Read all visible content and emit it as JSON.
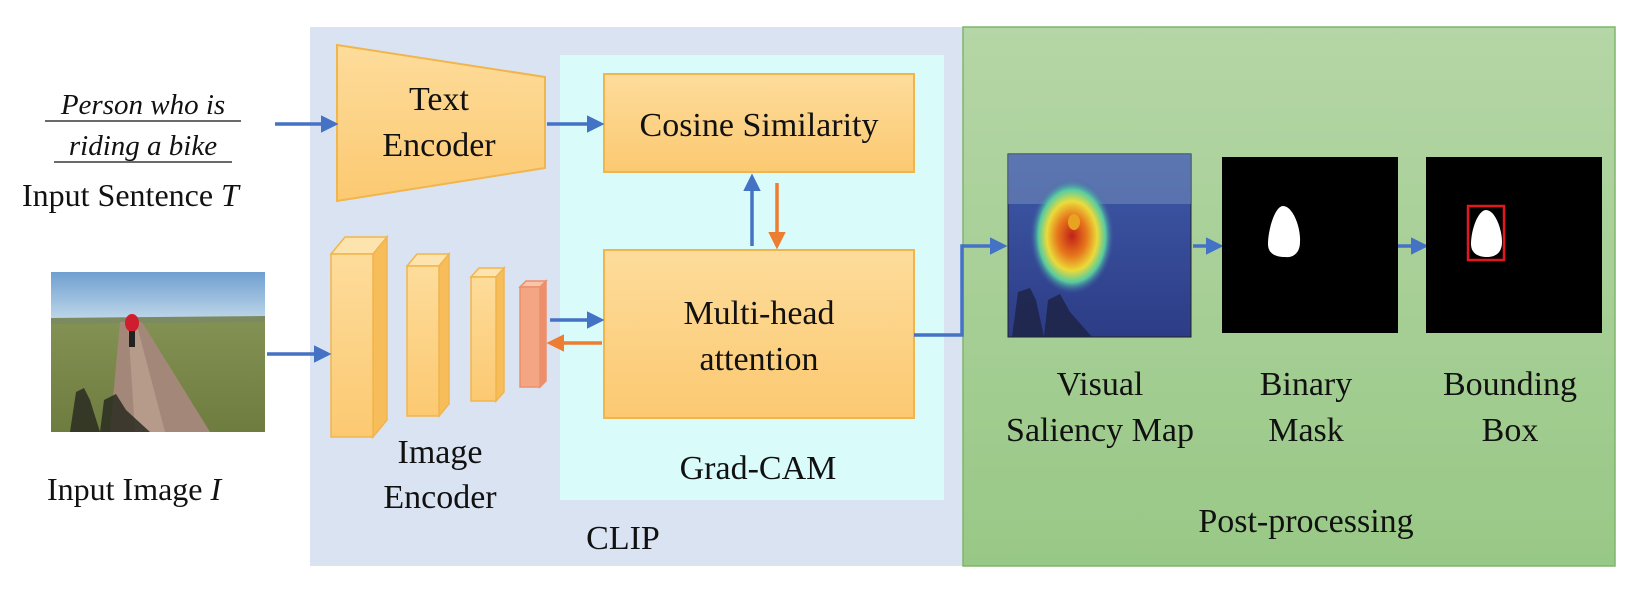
{
  "input_sentence": {
    "line1": "Person who is",
    "line2": "riding a bike",
    "label": "Input Sentence",
    "symbol": "T"
  },
  "input_image": {
    "label": "Input Image",
    "symbol": "I"
  },
  "clip": {
    "label": "CLIP",
    "text_encoder": {
      "line1": "Text",
      "line2": "Encoder"
    },
    "image_encoder": {
      "line1": "Image",
      "line2": "Encoder"
    }
  },
  "gradcam": {
    "label": "Grad-CAM",
    "cosine_similarity": "Cosine Similarity",
    "attention": {
      "line1": "Multi-head",
      "line2": "attention"
    }
  },
  "post_processing": {
    "label": "Post-processing",
    "saliency": {
      "line1": "Visual",
      "line2": "Saliency Map"
    },
    "mask": {
      "line1": "Binary",
      "line2": "Mask"
    },
    "bbox": {
      "line1": "Bounding",
      "line2": "Box"
    }
  },
  "colors": {
    "clip_bg": "#dae3f2",
    "gradcam_bg": "#d9fcfb",
    "post_bg_top": "#b5d6a6",
    "post_bg_bottom": "#98c886",
    "block_fill": "#fdd388",
    "block_stroke": "#f1b54d",
    "token_fill": "#f4a684",
    "arrow_blue": "#4472c4",
    "arrow_orange": "#ed7d31",
    "bbox_red": "#e3171c"
  }
}
